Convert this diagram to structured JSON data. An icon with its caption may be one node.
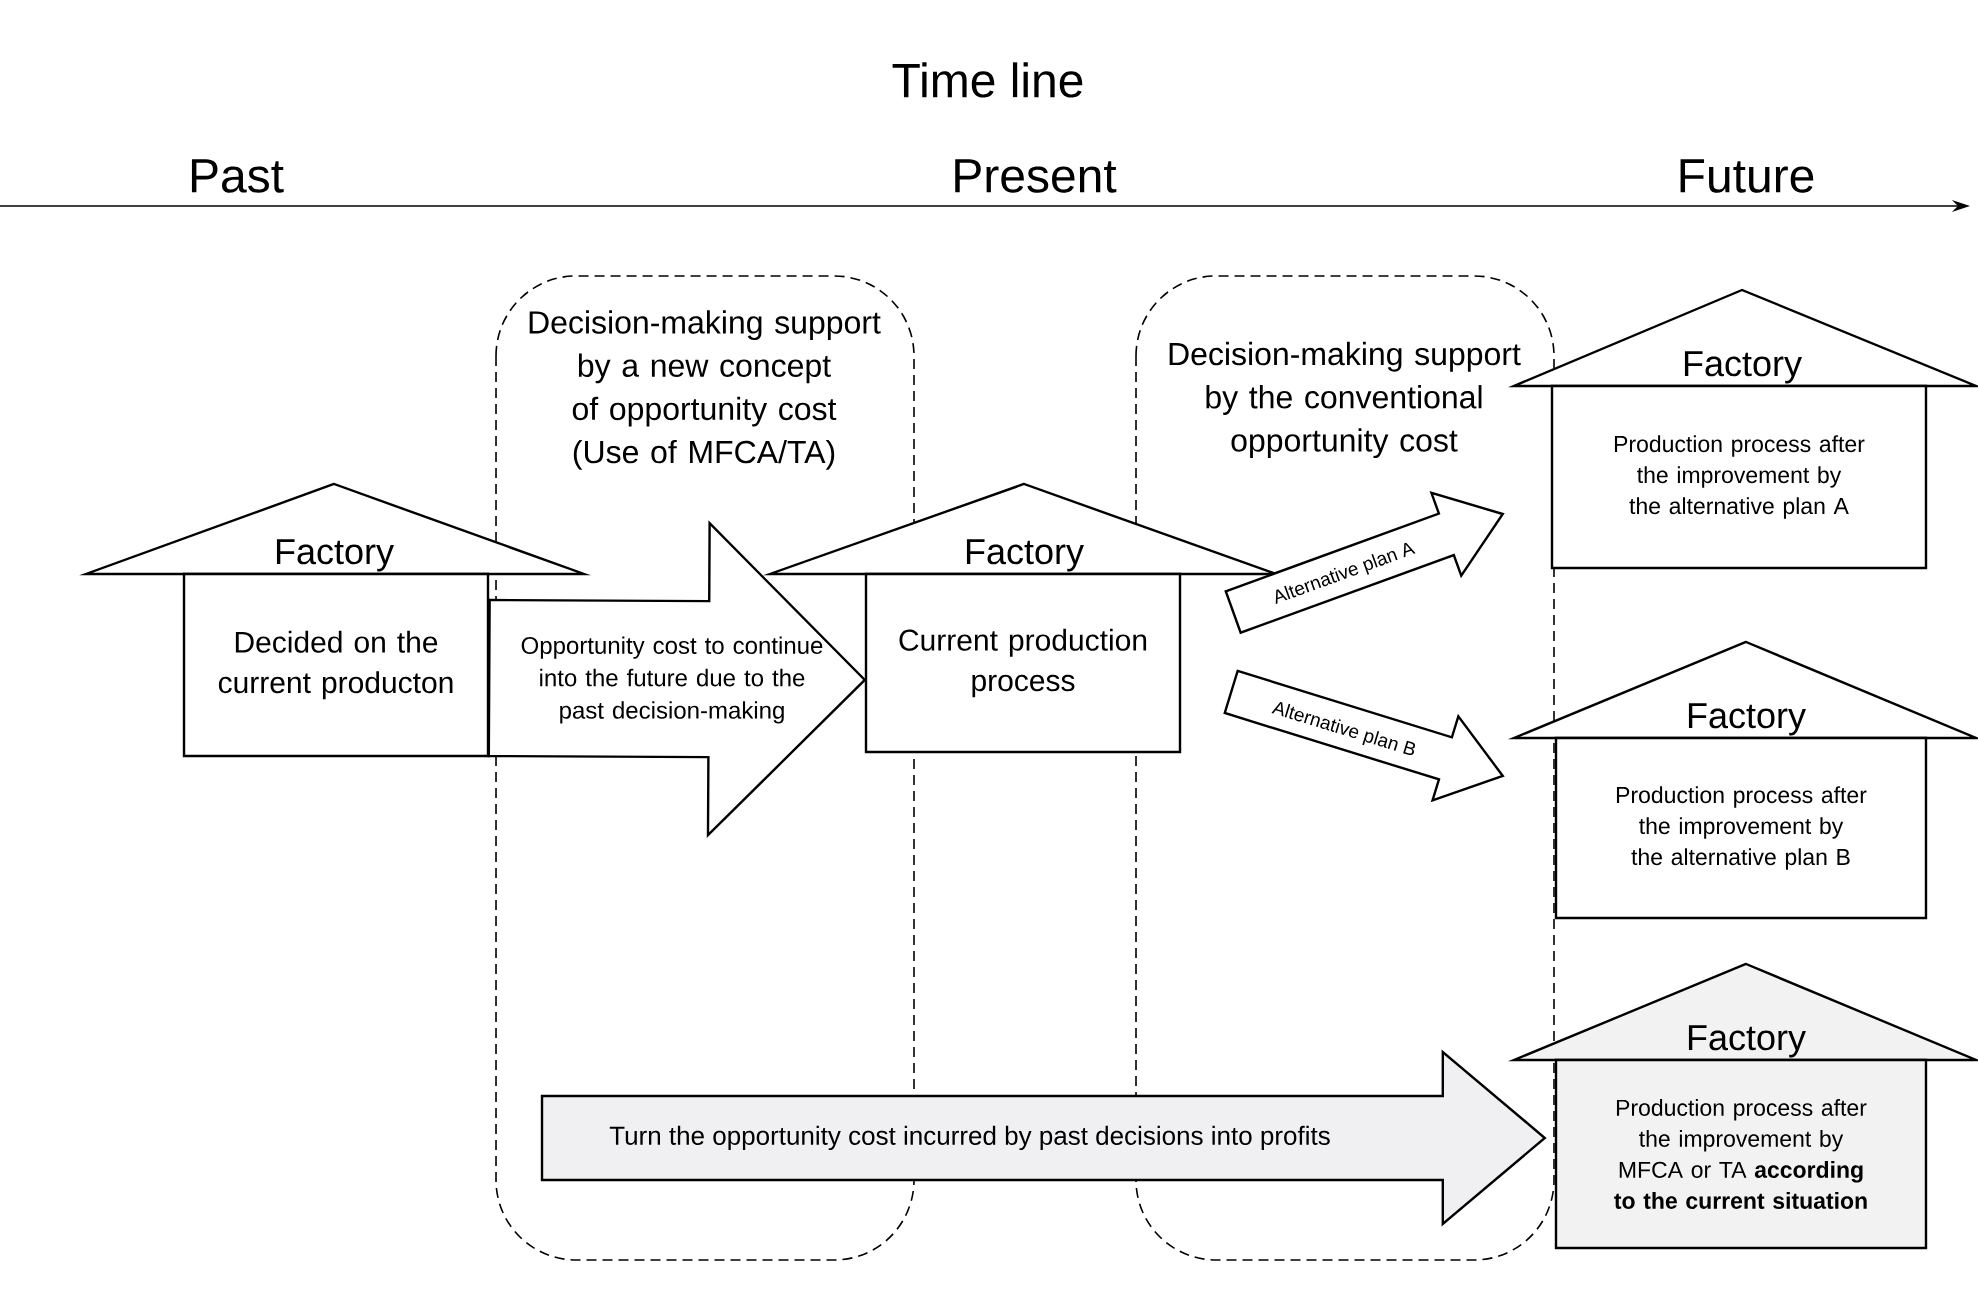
{
  "diagram": {
    "title": "Time line",
    "nodes": [
      {
        "text": [
          "Decision-making support by a new concept of opportunity cost (Use of MFCA/TA)"
        ]
      },
      {
        "text": [
          "Decision-making support by the conventional opportunity cost"
        ]
      },
      {
        "text": [
          "Factory",
          "Production process after the improvement by the alternative plan A"
        ]
      },
      {
        "text": [
          "Factory",
          "Decided on the current producton"
        ]
      },
      {
        "text": [
          "Factory",
          "Current production process"
        ]
      },
      {
        "text": [
          "Factory",
          "Production process after the improvement by the alternative plan B"
        ]
      },
      {
        "text": [
          "Factory",
          "Production process after the improvement by MFCA or TA **according to the current situation**"
        ]
      }
    ],
    "edges": [
      {
        "from": 3,
        "to": 4,
        "arrow": "to",
        "label": "Opportunity cost to continue into the future due to the past decision-making"
      },
      {
        "from": 4,
        "to": 2,
        "arrow": "to",
        "label": "Alternative plan A"
      },
      {
        "from": 4,
        "to": 5,
        "arrow": "to",
        "label": "Alternative plan B"
      },
      {
        "from": null,
        "to": 6,
        "arrow": "to",
        "label": "Turn the opportunity cost incurred by past decisions into profits",
        "color": "#f0f0f2"
      }
    ],
    "labels": [
      "Past",
      "Present",
      "Future"
    ]
  }
}
